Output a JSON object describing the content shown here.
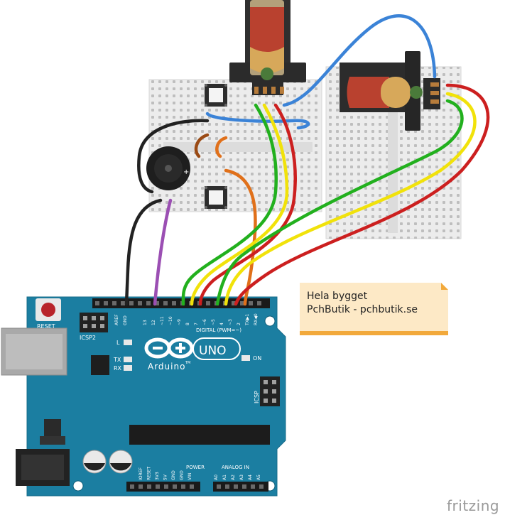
{
  "note": {
    "line1": "Hela bygget",
    "line2": "PchButik - pchbutik.se"
  },
  "board": {
    "reset_label": "RESET",
    "icsp2_label": "ICSP2",
    "icsp_label": "ICSP",
    "aref_label": "AREF",
    "gnd_label": "GND",
    "digital_pins": [
      "13",
      "12",
      "~11",
      "~10",
      "~9",
      "8",
      "7",
      "~6",
      "~5",
      "4",
      "~3",
      "2",
      "TX▶1",
      "RX◀0"
    ],
    "digital_label": "DIGITAL (PWM=~)",
    "l_label": "L",
    "tx_label": "TX",
    "rx_label": "RX",
    "on_label": "ON",
    "brand_label": "Arduino",
    "tm_label": "TM",
    "model_label": "UNO",
    "power_pins": [
      "IOREF",
      "RESET",
      "3V3",
      "5V",
      "GND",
      "GND",
      "VIN"
    ],
    "power_label": "POWER",
    "analog_label": "ANALOG IN",
    "analog_pins": [
      "A0",
      "A1",
      "A2",
      "A3",
      "A4",
      "A5"
    ]
  },
  "watermark": "fritzing",
  "colors": {
    "board": "#1b7ea1",
    "breadboard": "#ececec",
    "wire_green": "#22b01e",
    "wire_yellow": "#f1e20a",
    "wire_red": "#cc1f1f",
    "wire_blue": "#3b83d7",
    "wire_orange": "#e0701a",
    "wire_brown": "#9a4a14",
    "wire_black": "#222222",
    "wire_purple": "#9b4fb3",
    "note_bg": "#fde9c6",
    "note_border": "#f2a93b"
  },
  "icons": [
    "usb-connector",
    "power-jack",
    "reset-button",
    "arduino-logo",
    "piezo-buzzer",
    "pushbutton",
    "servo-motor",
    "breadboard"
  ]
}
